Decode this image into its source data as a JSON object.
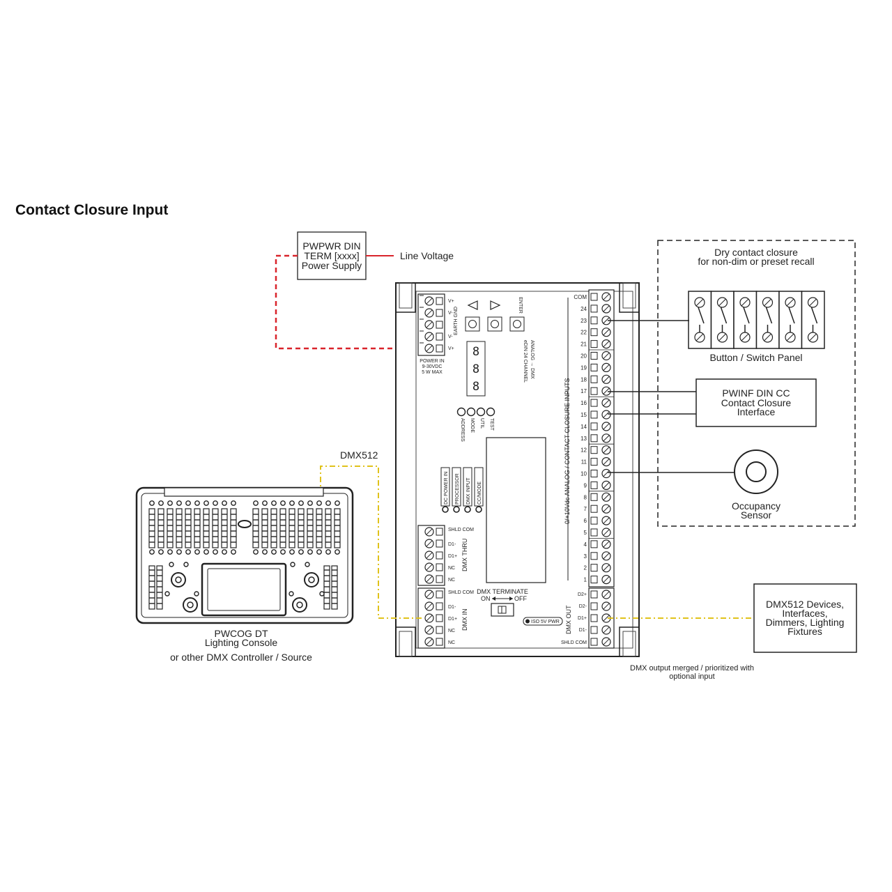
{
  "title": "Contact Closure Input",
  "power_supply": {
    "lines": [
      "PWPWR DIN",
      "TERM [xxxx]",
      "Power Supply"
    ],
    "line_voltage": "Line Voltage"
  },
  "dmx_label": "DMX512",
  "console": {
    "lines": [
      "PWCOG DT",
      "Lighting Console",
      "or other DMX Controller / Source"
    ]
  },
  "controller": {
    "power_terminals": [
      "V+",
      "V-",
      "EARTH GND",
      "V-",
      "V+"
    ],
    "power_caption": [
      "POWER IN",
      "9-30VDC",
      "5 W MAX"
    ],
    "enter_label": "ENTER",
    "model_label": [
      "eDIN 24 CHANNEL",
      "ANALOG → DMX"
    ],
    "buttons4": [
      "ADDRESS",
      "MODE",
      "UTIL",
      "TEST"
    ],
    "status_leds": [
      "DC POWER IN",
      "PROCESSOR",
      "DMX INPUT",
      "CC/MODE"
    ],
    "inputs_label": "0/+10Vdc ANALOG / CONTACT CLOSURE INPUTS",
    "channel_labels": [
      "COM",
      "24",
      "23",
      "22",
      "21",
      "20",
      "19",
      "18",
      "17",
      "16",
      "15",
      "14",
      "13",
      "12",
      "11",
      "10",
      "9",
      "8",
      "7",
      "6",
      "5",
      "4",
      "3",
      "2",
      "1"
    ],
    "dmx_thru_pins": [
      "SHLD COM",
      "D1-",
      "D1+",
      "NC",
      "NC"
    ],
    "dmx_thru_label": "DMX THRU",
    "dmx_in_pins": [
      "SHLD COM",
      "D1-",
      "D1+",
      "NC",
      "NC"
    ],
    "dmx_in_label": "DMX IN",
    "dmx_out_pins": [
      "D2+",
      "D2-",
      "D1+",
      "D1-",
      "SHLD COM"
    ],
    "dmx_out_label": "DMX OUT",
    "terminate_label": "DMX TERMINATE",
    "on_label": "ON",
    "off_label": "OFF",
    "iso_label": "ISO 5V PWR"
  },
  "dry_contact": {
    "lines": [
      "Dry contact closure",
      "for non-dim or preset recall"
    ]
  },
  "button_panel_label": "Button / Switch Panel",
  "cc_interface": {
    "lines": [
      "PWINF DIN CC",
      "Contact Closure",
      "Interface"
    ]
  },
  "occupancy": {
    "lines": [
      "Occupancy",
      "Sensor"
    ]
  },
  "dmx_devices": {
    "lines": [
      "DMX512 Devices,",
      "Interfaces,",
      "Dimmers, Lighting",
      "Fixtures"
    ]
  },
  "dmx_out_note": {
    "lines": [
      "DMX output merged / prioritized with",
      "optional input"
    ]
  },
  "colors": {
    "power_line": "#d9242b",
    "dmx_line": "#e0c21a",
    "ink": "#222222"
  }
}
